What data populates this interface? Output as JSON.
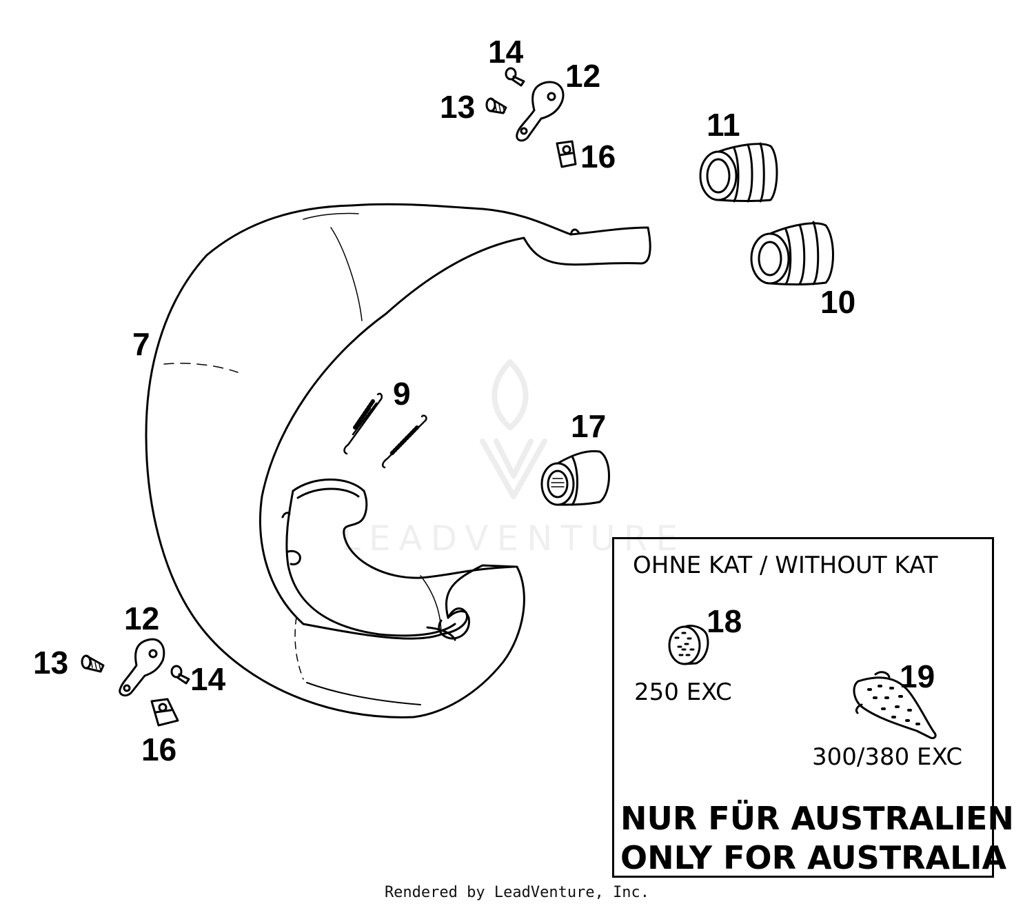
{
  "callouts": {
    "part_7": "7",
    "part_9": "9",
    "part_10": "10",
    "part_11": "11",
    "part_12_top": "12",
    "part_12_bottom": "12",
    "part_13_top": "13",
    "part_13_bottom": "13",
    "part_14_top": "14",
    "part_14_bottom": "14",
    "part_16_top": "16",
    "part_16_bottom": "16",
    "part_17": "17",
    "part_18": "18",
    "part_19": "19"
  },
  "inset": {
    "heading": "OHNE KAT / WITHOUT KAT",
    "variant_18": "250 EXC",
    "variant_19": "300/380 EXC",
    "notice_line1": "NUR FÜR AUSTRALIEN",
    "notice_line2": "ONLY FOR AUSTRALIA"
  },
  "watermark": "LEADVENTURE",
  "footer": "Rendered by LeadVenture, Inc.",
  "icons": [
    "exhaust-pipe-icon",
    "spring-icon",
    "rubber-sleeve-icon",
    "bracket-icon",
    "screw-icon",
    "clip-nut-icon",
    "insert-icon",
    "damper-disc-icon",
    "damper-mat-icon",
    "flame-logo-icon"
  ],
  "colors": {
    "line": "#000000",
    "background": "#ffffff"
  }
}
